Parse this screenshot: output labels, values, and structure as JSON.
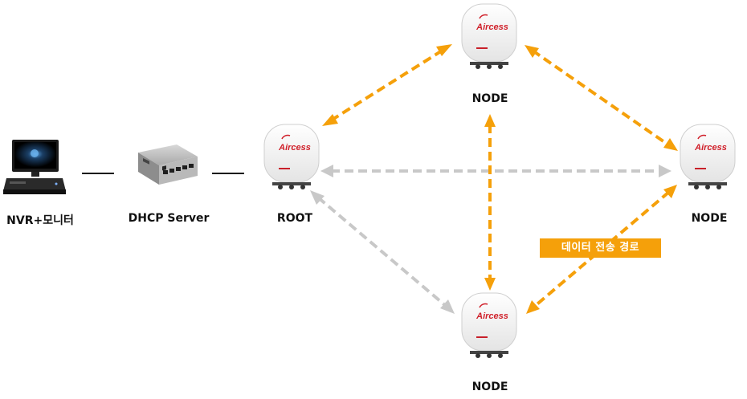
{
  "nodes": {
    "nvr": {
      "label": "NVR+모니터"
    },
    "dhcp": {
      "label": "DHCP Server"
    },
    "root": {
      "label": "ROOT",
      "brand": "Aircess"
    },
    "node_top": {
      "label": "NODE",
      "brand": "Aircess"
    },
    "node_right": {
      "label": "NODE",
      "brand": "Aircess"
    },
    "node_bottom": {
      "label": "NODE",
      "brand": "Aircess"
    }
  },
  "legend": {
    "data_path_label": "데이터 전송 경로"
  },
  "colors": {
    "data_path": "#f5a00a",
    "other_link": "#c8c8c8",
    "wire": "#111111",
    "brand": "#d0202a"
  }
}
